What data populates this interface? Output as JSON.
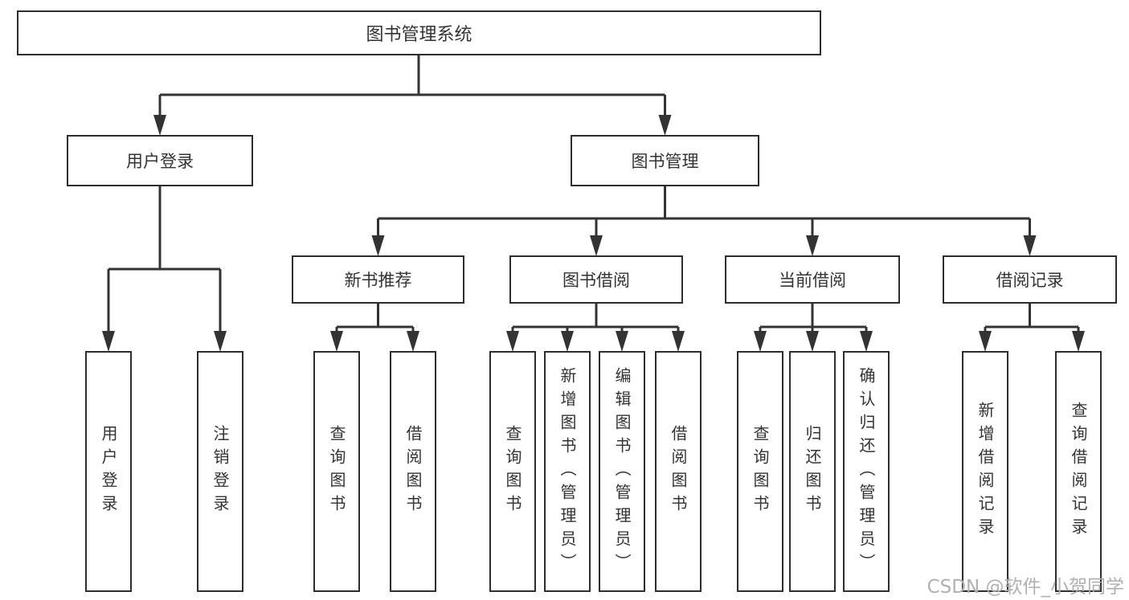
{
  "tree": {
    "label": "图书管理系统",
    "children": [
      {
        "label": "用户登录",
        "children": [
          {
            "label": "用户登录"
          },
          {
            "label": "注销登录"
          }
        ]
      },
      {
        "label": "图书管理",
        "children": [
          {
            "label": "新书推荐",
            "children": [
              {
                "label": "查询图书"
              },
              {
                "label": "借阅图书"
              }
            ]
          },
          {
            "label": "图书借阅",
            "children": [
              {
                "label": "查询图书"
              },
              {
                "label": "新增图书（管理员）"
              },
              {
                "label": "编辑图书（管理员）"
              },
              {
                "label": "借阅图书"
              }
            ]
          },
          {
            "label": "当前借阅",
            "children": [
              {
                "label": "查询图书"
              },
              {
                "label": "归还图书"
              },
              {
                "label": "确认归还（管理员）"
              }
            ]
          },
          {
            "label": "借阅记录",
            "children": [
              {
                "label": "新增借阅记录"
              },
              {
                "label": "查询借阅记录"
              }
            ]
          }
        ]
      }
    ]
  },
  "watermark": {
    "text": "CSDN @软件_小贺同学"
  },
  "colors": {
    "line": "#333333",
    "box_border": "#2d2d2d",
    "text": "#333333",
    "background": "#ffffff",
    "watermark": "#b0b0b0"
  }
}
